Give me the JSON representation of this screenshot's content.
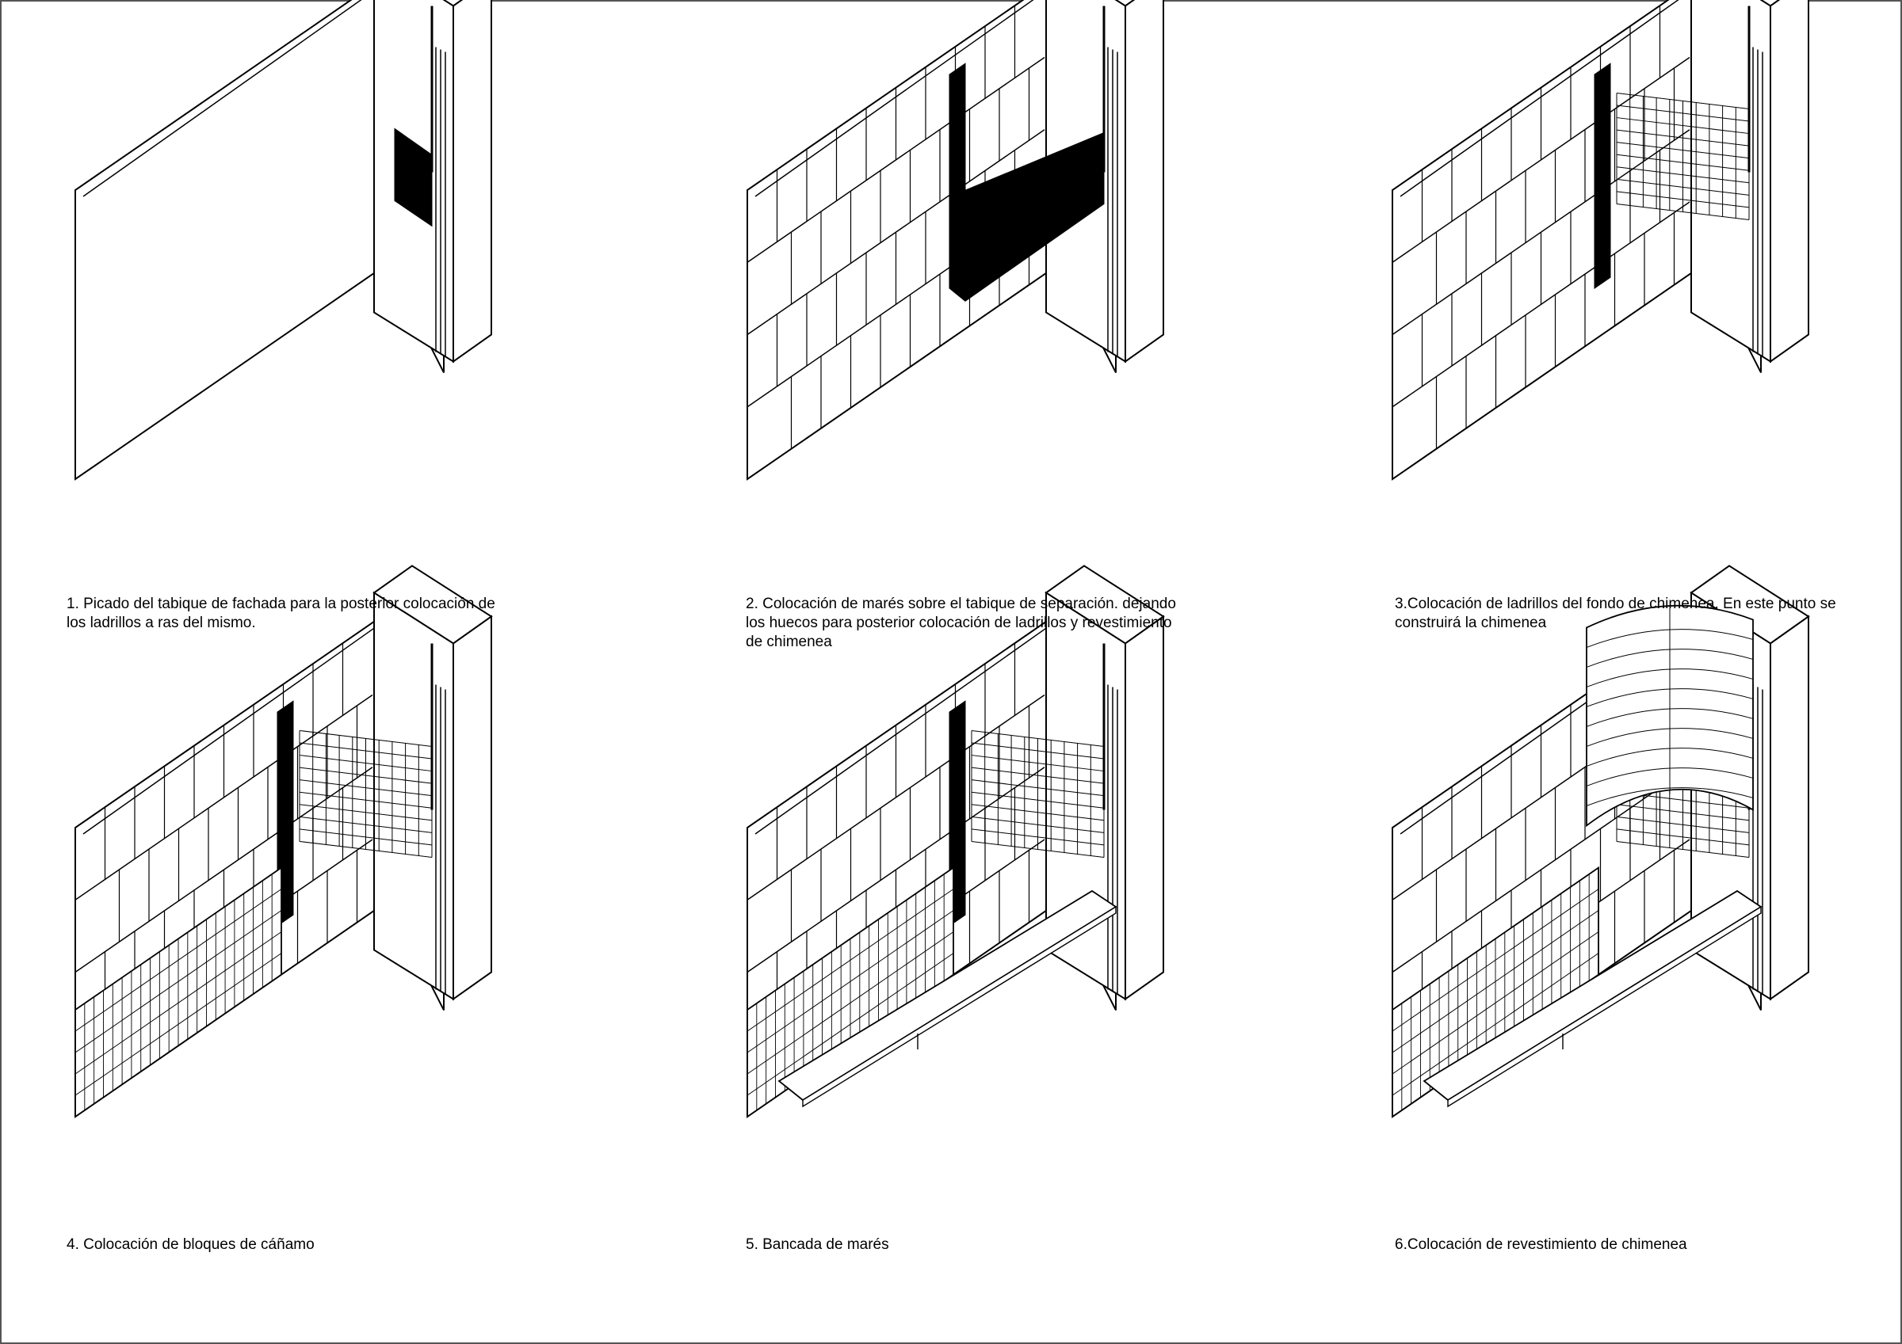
{
  "steps": [
    {
      "id": 1,
      "caption_lines": [
        "1. Picado del tabique de fachada para la posterior colocación de",
        "los ladrillos a ras del mismo."
      ],
      "layers": {
        "mares": false,
        "fondo_ladrillos": false,
        "hueco_negro": "partial",
        "canamo": false,
        "bancada": false,
        "revestimiento": false
      }
    },
    {
      "id": 2,
      "caption_lines": [
        "2. Colocación de marés sobre el tabique de separación. dejando",
        "los huecos para posterior colocación de ladrillos y revestimiento",
        "de chimenea"
      ],
      "layers": {
        "mares": true,
        "fondo_ladrillos": false,
        "hueco_negro": "full",
        "canamo": false,
        "bancada": false,
        "revestimiento": false
      }
    },
    {
      "id": 3,
      "caption_lines": [
        "3.Colocación de ladrillos del fondo de chimenea. En este punto se",
        "construirá la chimenea"
      ],
      "layers": {
        "mares": true,
        "fondo_ladrillos": true,
        "hueco_negro": "slot",
        "canamo": false,
        "bancada": false,
        "revestimiento": false
      }
    },
    {
      "id": 4,
      "caption_lines": [
        "4. Colocación de bloques de cáñamo"
      ],
      "layers": {
        "mares": true,
        "fondo_ladrillos": true,
        "hueco_negro": "slot",
        "canamo": true,
        "bancada": false,
        "revestimiento": false
      }
    },
    {
      "id": 5,
      "caption_lines": [
        "5. Bancada de marés"
      ],
      "layers": {
        "mares": true,
        "fondo_ladrillos": true,
        "hueco_negro": "slot",
        "canamo": true,
        "bancada": true,
        "revestimiento": false
      }
    },
    {
      "id": 6,
      "caption_lines": [
        "6.Colocación de revestimiento de chimenea"
      ],
      "layers": {
        "mares": true,
        "fondo_ladrillos": true,
        "hueco_negro": "none",
        "canamo": true,
        "bancada": true,
        "revestimiento": true
      }
    }
  ],
  "colors": {
    "line": "#000000",
    "fill": "#ffffff",
    "void": "#000000"
  }
}
